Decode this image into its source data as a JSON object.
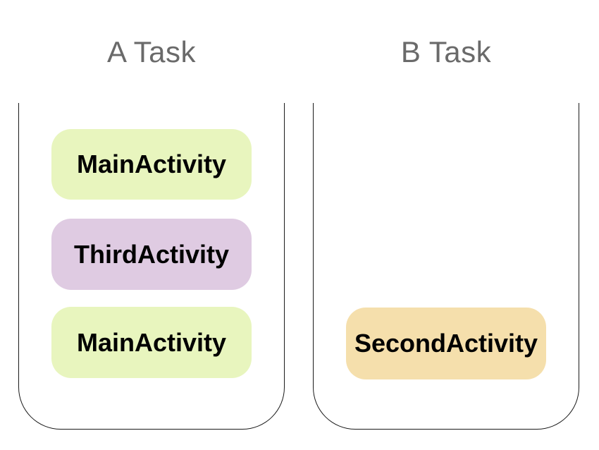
{
  "diagram": {
    "tasks": [
      {
        "title": "A Task",
        "activities": [
          {
            "label": "MainActivity",
            "color": "#e8f5be"
          },
          {
            "label": "ThirdActivity",
            "color": "#dfcbe2"
          },
          {
            "label": "MainActivity",
            "color": "#e8f5be"
          }
        ]
      },
      {
        "title": "B Task",
        "activities": [
          {
            "label": "SecondActivity",
            "color": "#f5dfac"
          }
        ]
      }
    ],
    "colors": {
      "title_text": "#6a6a6a",
      "activity_text": "#000000",
      "container_border": "#1a1a1a",
      "background": "#ffffff"
    }
  }
}
